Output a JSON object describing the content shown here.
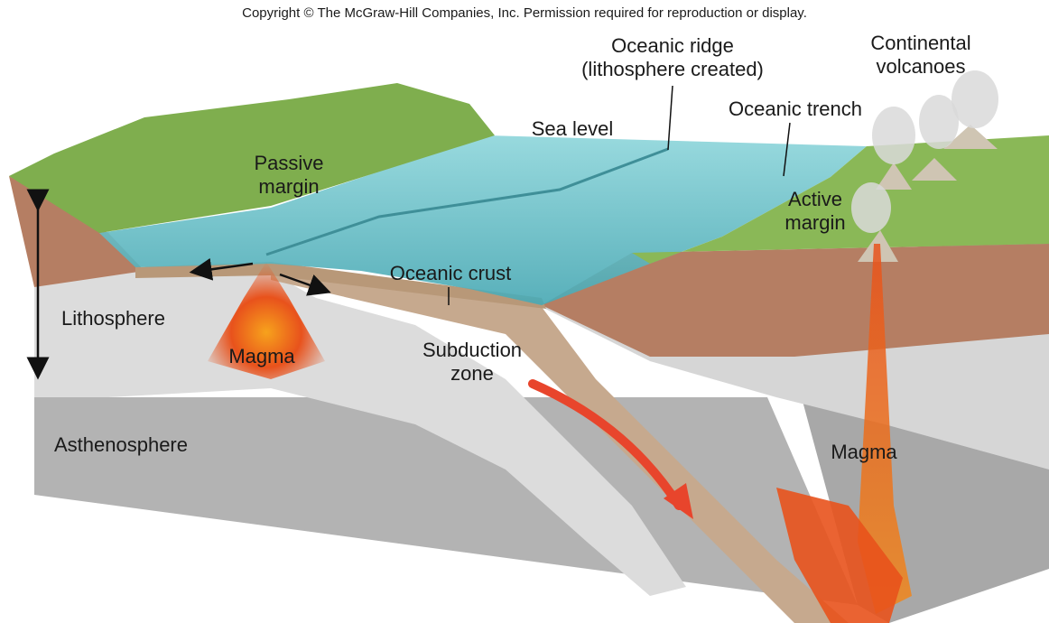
{
  "copyright": "Copyright © The McGraw-Hill Companies, Inc. Permission required for reproduction or display.",
  "labels": {
    "oceanic_ridge_line1": "Oceanic ridge",
    "oceanic_ridge_line2": "(lithosphere created)",
    "continental_volcanoes_line1": "Continental",
    "continental_volcanoes_line2": "volcanoes",
    "oceanic_trench": "Oceanic trench",
    "sea_level": "Sea level",
    "passive_margin_line1": "Passive",
    "passive_margin_line2": "margin",
    "active_margin_line1": "Active",
    "active_margin_line2": "margin",
    "oceanic_crust": "Oceanic crust",
    "lithosphere": "Lithosphere",
    "magma_ridge": "Magma",
    "subduction_zone_line1": "Subduction",
    "subduction_zone_line2": "zone",
    "asthenosphere": "Asthenosphere",
    "magma_arc": "Magma"
  },
  "colors": {
    "sea": "#6cc4cc",
    "sea_dark": "#4aa9b4",
    "land_green": "#7fae4e",
    "continental_crust": "#b57e63",
    "oceanic_crust": "#c6a98e",
    "lithosphere": "#dcdcdc",
    "asthenosphere": "#b3b3b3",
    "magma": "#e8521c",
    "arrow_red": "#e8452c"
  }
}
